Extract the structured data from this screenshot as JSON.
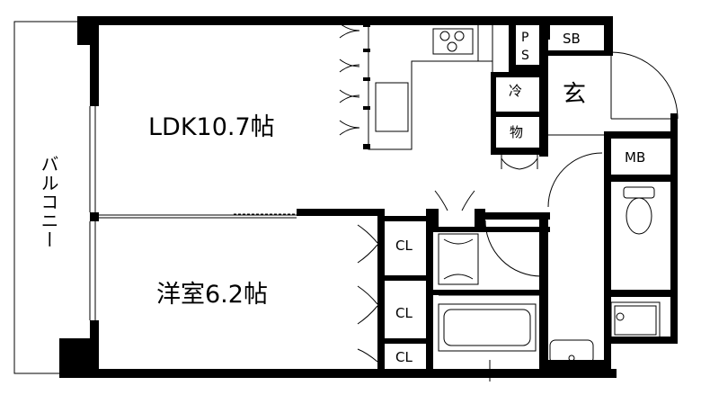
{
  "rooms": {
    "ldk": "LDK10.7帖",
    "western": "洋室6.2帖",
    "balcony": "バルコニー",
    "entrance": "玄",
    "shoe_box": "SB",
    "pipe_space": "PS",
    "fridge": "冷",
    "storage": "物",
    "meter_box": "MB",
    "closet_1": "CL",
    "closet_2": "CL",
    "closet_3": "CL"
  }
}
